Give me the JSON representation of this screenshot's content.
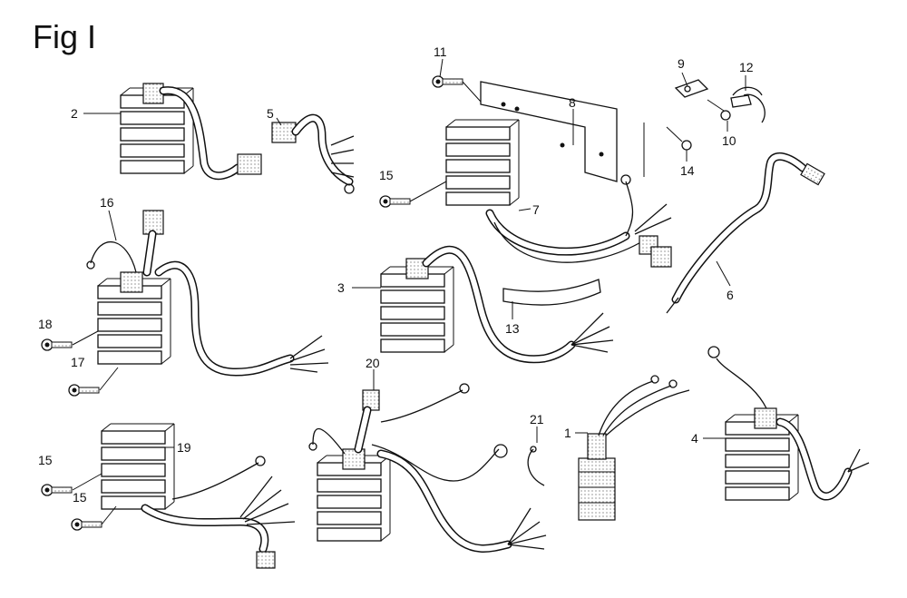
{
  "figure": {
    "title": "Fig I"
  },
  "callouts": {
    "c1": "1",
    "c2": "2",
    "c3": "3",
    "c4": "4",
    "c5": "5",
    "c6": "6",
    "c7": "7",
    "c8": "8",
    "c9": "9",
    "c10": "10",
    "c11": "11",
    "c12": "12",
    "c13": "13",
    "c14": "14",
    "c15a": "15",
    "c15b": "15",
    "c15c": "15",
    "c16": "16",
    "c17": "17",
    "c18": "18",
    "c19": "19",
    "c20": "20",
    "c21": "21"
  },
  "colors": {
    "ink": "#111111",
    "paper": "#ffffff"
  }
}
